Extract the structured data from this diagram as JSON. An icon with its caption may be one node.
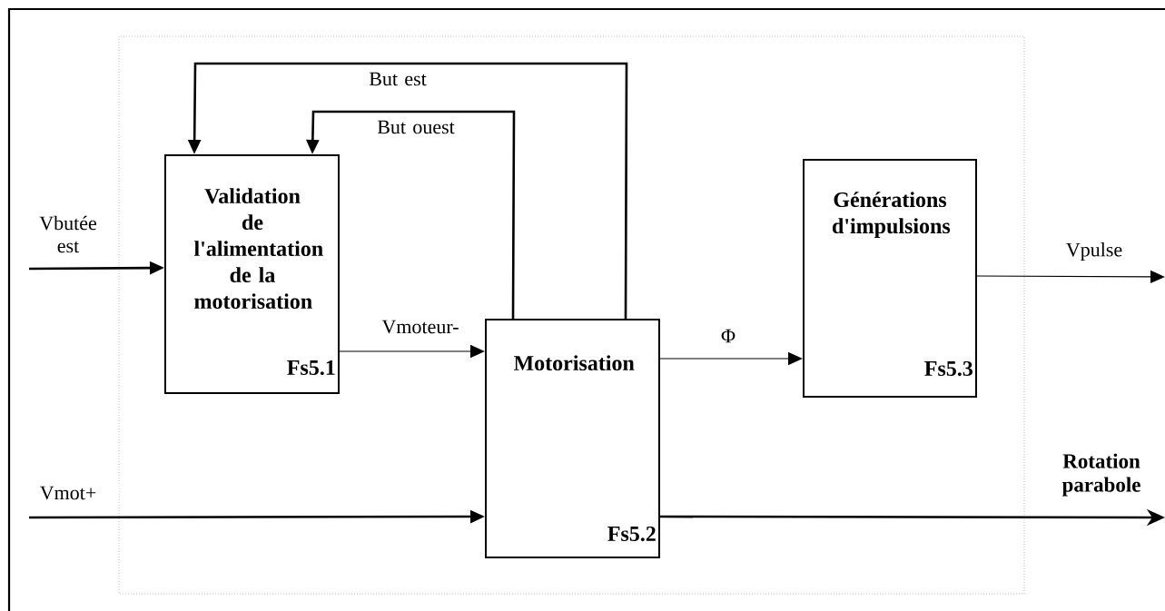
{
  "diagram": {
    "nodes": [
      {
        "text": [
          "Validation de l'alimentation de la motorisation",
          "Fs5.1"
        ]
      },
      {
        "text": [
          "Motorisation",
          "Fs5.2"
        ]
      },
      {
        "text": [
          "Générations d'impulsions",
          "Fs5.3"
        ]
      }
    ],
    "edges": [
      {
        "from": null,
        "to": 0,
        "arrow": "to",
        "label": "Vbutée est"
      },
      {
        "from": 0,
        "to": 1,
        "arrow": "to",
        "label": "Vmoteur-"
      },
      {
        "from": null,
        "to": 1,
        "arrow": "to",
        "label": "Vmot+"
      },
      {
        "from": 1,
        "to": 0,
        "arrow": "to",
        "label": "But est"
      },
      {
        "from": 1,
        "to": 0,
        "arrow": "to",
        "label": "But ouest"
      },
      {
        "from": 1,
        "to": 2,
        "arrow": "to",
        "label": "Φ"
      },
      {
        "from": 2,
        "to": null,
        "arrow": "to",
        "label": "Vpulse"
      },
      {
        "from": 1,
        "to": null,
        "arrow": "to",
        "label": "Rotation parabole"
      }
    ]
  }
}
